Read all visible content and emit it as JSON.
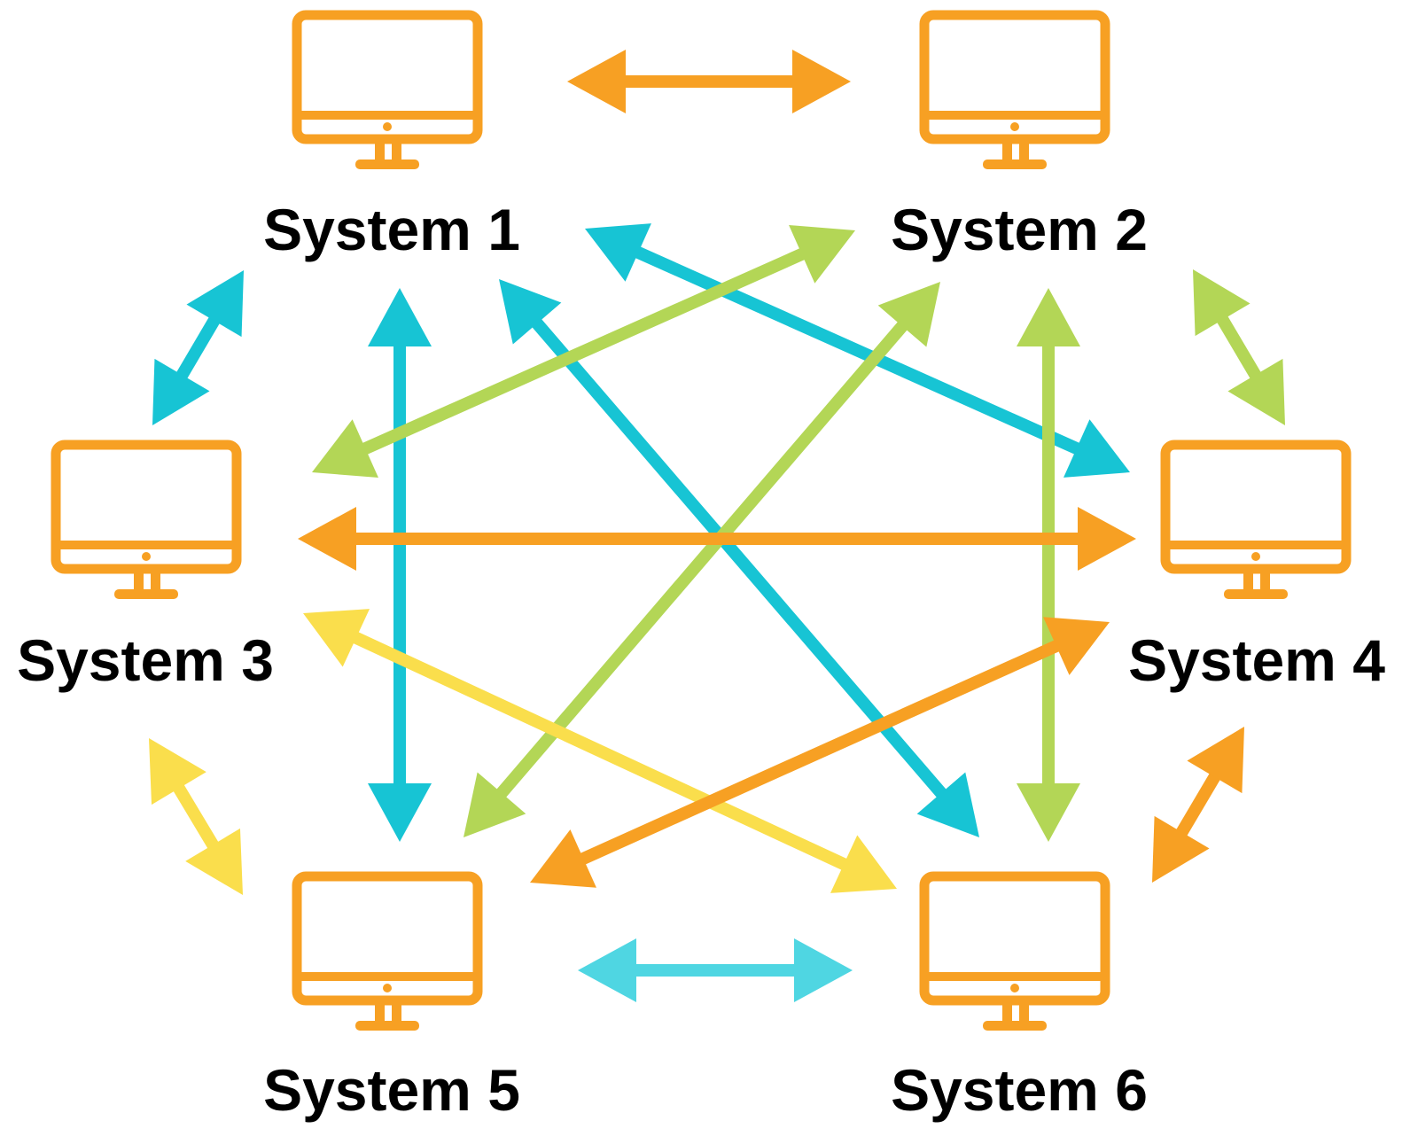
{
  "colors": {
    "orange": "#F7A023",
    "cyan": "#17C4D4",
    "light_cyan": "#4FD6E2",
    "green": "#B3D656",
    "yellow": "#FADE4C",
    "label": "#000000",
    "background": "#FFFFFF"
  },
  "nodes": [
    {
      "id": "s1",
      "label": "System 1",
      "icon": "computer-monitor-icon"
    },
    {
      "id": "s2",
      "label": "System 2",
      "icon": "computer-monitor-icon"
    },
    {
      "id": "s3",
      "label": "System 3",
      "icon": "computer-monitor-icon"
    },
    {
      "id": "s4",
      "label": "System 4",
      "icon": "computer-monitor-icon"
    },
    {
      "id": "s5",
      "label": "System 5",
      "icon": "computer-monitor-icon"
    },
    {
      "id": "s6",
      "label": "System 6",
      "icon": "computer-monitor-icon"
    }
  ],
  "edges": [
    {
      "from": "s1",
      "to": "s2",
      "color": "orange",
      "bidirectional": true
    },
    {
      "from": "s1",
      "to": "s3",
      "color": "cyan",
      "bidirectional": true
    },
    {
      "from": "s1",
      "to": "s5",
      "color": "cyan",
      "bidirectional": true
    },
    {
      "from": "s1",
      "to": "s4",
      "color": "cyan",
      "bidirectional": true
    },
    {
      "from": "s1",
      "to": "s6",
      "color": "cyan",
      "bidirectional": true
    },
    {
      "from": "s2",
      "to": "s3",
      "color": "green",
      "bidirectional": true
    },
    {
      "from": "s2",
      "to": "s5",
      "color": "green",
      "bidirectional": true
    },
    {
      "from": "s2",
      "to": "s6",
      "color": "green",
      "bidirectional": true
    },
    {
      "from": "s2",
      "to": "s4",
      "color": "green",
      "bidirectional": true
    },
    {
      "from": "s3",
      "to": "s4",
      "color": "orange",
      "bidirectional": true
    },
    {
      "from": "s3",
      "to": "s6",
      "color": "yellow",
      "bidirectional": true
    },
    {
      "from": "s3",
      "to": "s5",
      "color": "yellow",
      "bidirectional": true
    },
    {
      "from": "s4",
      "to": "s5",
      "color": "orange",
      "bidirectional": true
    },
    {
      "from": "s4",
      "to": "s6",
      "color": "orange",
      "bidirectional": true
    },
    {
      "from": "s5",
      "to": "s6",
      "color": "light_cyan",
      "bidirectional": true
    }
  ]
}
